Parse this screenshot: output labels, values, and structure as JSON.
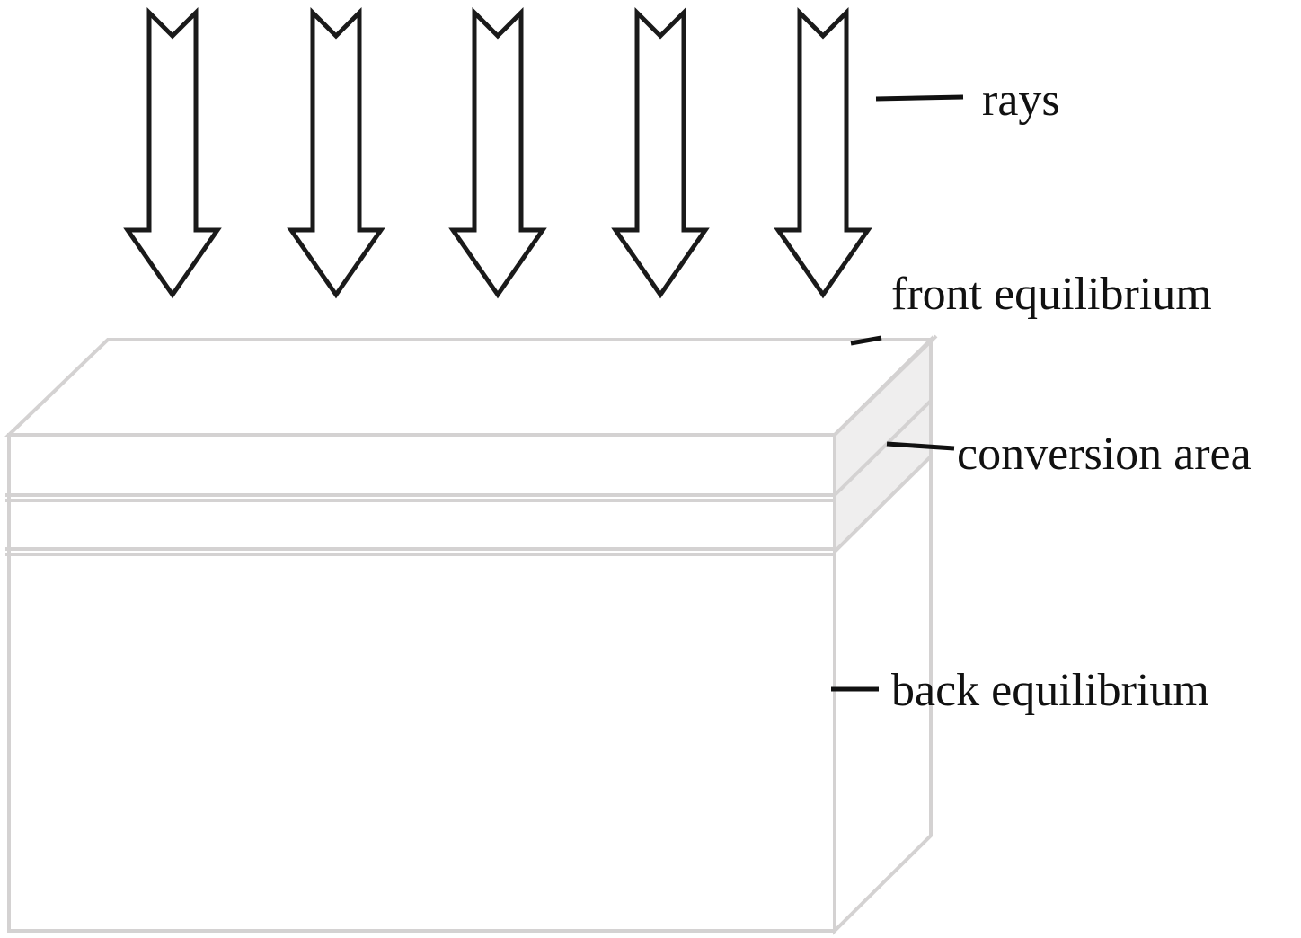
{
  "diagram": {
    "labels": {
      "rays": "rays",
      "front_equilibrium": "front equilibrium",
      "conversion_area": "conversion area",
      "back_equilibrium": "back equilibrium"
    },
    "arrow_count": 5,
    "colors": {
      "arrow_stroke": "#1a1a1a",
      "box_edge": "#d4d2d2",
      "conversion_side_fill": "#efeeee",
      "leader_line": "#111111"
    }
  }
}
